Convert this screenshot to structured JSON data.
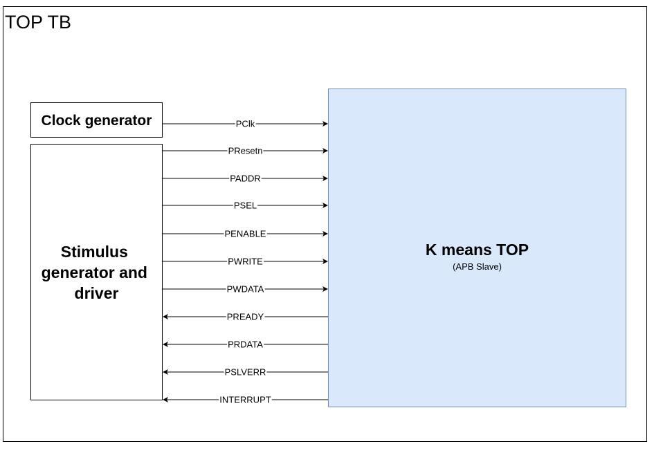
{
  "testbench": {
    "title": "TOP TB"
  },
  "clock_block": {
    "label": "Clock generator"
  },
  "stimulus_block": {
    "lines": [
      "Stimulus",
      "generator and",
      "driver"
    ]
  },
  "dut": {
    "title": "K means TOP",
    "subtitle": "(APB Slave)",
    "fill": "#dae8fc",
    "stroke": "#6c8ebf"
  },
  "signals": [
    {
      "name": "PClk",
      "direction": "to-dut"
    },
    {
      "name": "PResetn",
      "direction": "to-dut"
    },
    {
      "name": "PADDR",
      "direction": "to-dut"
    },
    {
      "name": "PSEL",
      "direction": "to-dut"
    },
    {
      "name": "PENABLE",
      "direction": "to-dut"
    },
    {
      "name": "PWRITE",
      "direction": "to-dut"
    },
    {
      "name": "PWDATA",
      "direction": "to-dut"
    },
    {
      "name": "PREADY",
      "direction": "to-tb"
    },
    {
      "name": "PRDATA",
      "direction": "to-tb"
    },
    {
      "name": "PSLVERR",
      "direction": "to-tb"
    },
    {
      "name": "INTERRUPT",
      "direction": "to-tb"
    }
  ]
}
